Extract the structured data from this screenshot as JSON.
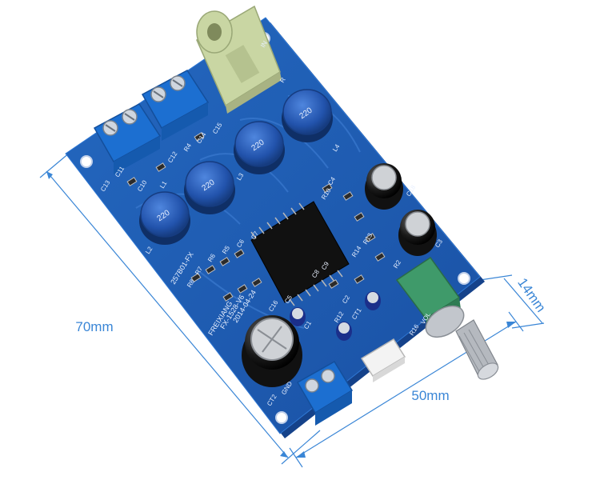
{
  "dimensions": {
    "length_label": "70mm",
    "width_label": "50mm",
    "height_label": "14mm"
  },
  "board": {
    "brand": "FREIXIANG",
    "part": "FX-1528-V6",
    "date": "2014-04-24",
    "model": "257B01-FX",
    "inductor_code": "220",
    "labels": [
      "R",
      "C1",
      "C2",
      "C3",
      "C4",
      "C5",
      "C6",
      "C7",
      "C8",
      "C9",
      "C10",
      "C11",
      "C12",
      "C13",
      "C14",
      "C15",
      "C16",
      "C18",
      "R2",
      "R4",
      "R5",
      "R6",
      "R7",
      "R8",
      "R10",
      "R12",
      "R13",
      "R14",
      "R16",
      "L1",
      "L2",
      "L3",
      "L4",
      "GND",
      "CT1",
      "CT2",
      "IN",
      "VOL"
    ]
  },
  "colors": {
    "pcb": "#1f5db3",
    "pcb_edge": "#15428a",
    "dimension_line": "#3a86d6",
    "terminal": "#1c6fd1",
    "inductor": "#2458b5",
    "jack": "#c9d6a3"
  }
}
